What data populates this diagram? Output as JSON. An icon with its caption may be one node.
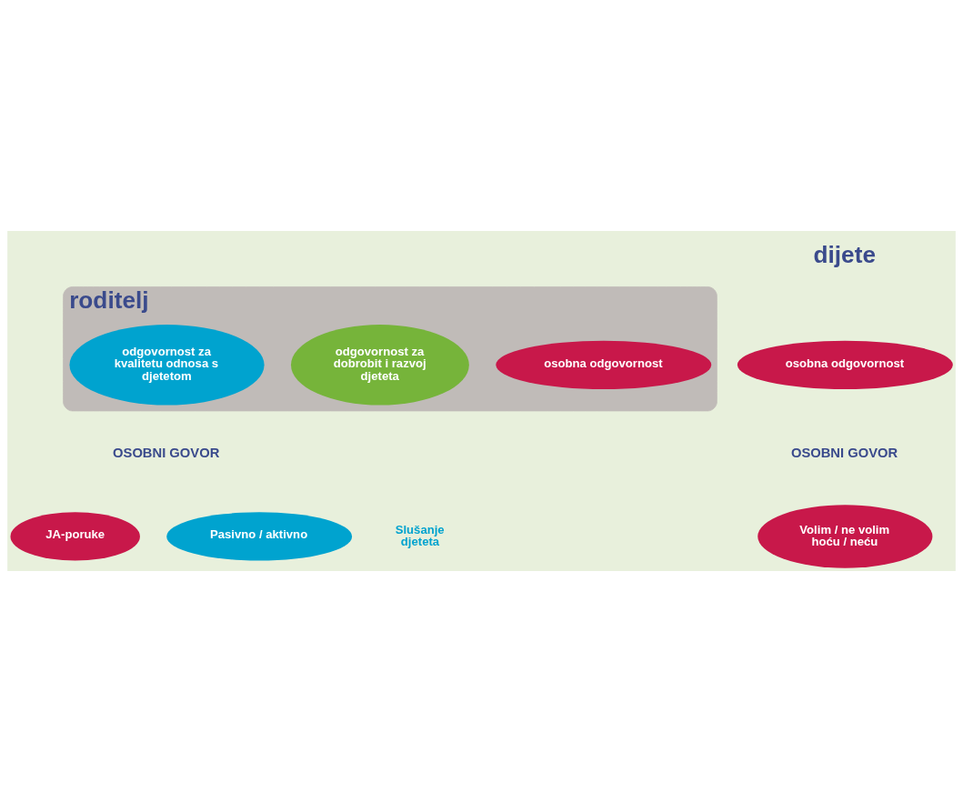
{
  "diagram": {
    "nodes": [
      {
        "text": [
          "roditelj"
        ]
      },
      {
        "text": [
          "osobna odgovornost"
        ],
        "in": 0
      },
      {
        "text": [
          "odgovornost za dobrobit i razvoj djeteta"
        ],
        "in": 0
      },
      {
        "text": [
          "odgovornost za kvalitetu odnosa s djetetom"
        ],
        "in": 0
      },
      {
        "text": [
          "osobna odgovornost"
        ]
      },
      {
        "text": [
          "JA-poruke"
        ]
      },
      {
        "text": [
          "Pasivno / aktivno"
        ],
        "beside": [
          "Slušanje djeteta"
        ]
      },
      {
        "text": [
          "Volim / ne volim hoću / neću"
        ]
      }
    ],
    "labels": [
      "dijete",
      "OSOBNI GOVOR",
      "OSOBNI GOVOR"
    ]
  }
}
